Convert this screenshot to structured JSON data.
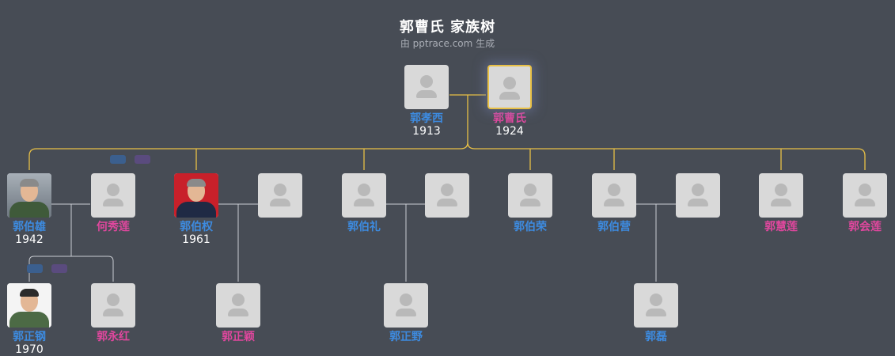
{
  "header": {
    "title": "郭曹氏 家族树",
    "subtitle": "由 pptrace.com 生成"
  },
  "colors": {
    "background": "#474c55",
    "male": "#3d8be0",
    "female": "#e0479e",
    "focus_border": "#e8c046",
    "line_main": "#e8c046",
    "line_other": "#c9ccd2",
    "toggle_blue": "#3b5f8e",
    "toggle_purple": "#5a4b7e"
  },
  "people": [
    {
      "id": "guo-xiaoxi",
      "name": "郭孝西",
      "year": "1913",
      "gender": "male",
      "photo": "silhouette-icon"
    },
    {
      "id": "guo-caoshi",
      "name": "郭曹氏",
      "year": "1924",
      "gender": "female",
      "photo": "silhouette-icon",
      "focus": true
    },
    {
      "id": "guo-boxiong",
      "name": "郭伯雄",
      "year": "1942",
      "gender": "male",
      "photo": "portrait-military"
    },
    {
      "id": "he-xiulian",
      "name": "何秀莲",
      "year": "",
      "gender": "female",
      "photo": "silhouette-icon"
    },
    {
      "id": "guo-boquan",
      "name": "郭伯权",
      "year": "1961",
      "gender": "male",
      "photo": "portrait-red"
    },
    {
      "id": "spouse-boquan",
      "name": "",
      "year": "",
      "gender": "female",
      "photo": "silhouette-icon"
    },
    {
      "id": "guo-boli",
      "name": "郭伯礼",
      "year": "",
      "gender": "male",
      "photo": "silhouette-icon"
    },
    {
      "id": "spouse-boli",
      "name": "",
      "year": "",
      "gender": "female",
      "photo": "silhouette-icon"
    },
    {
      "id": "guo-borong",
      "name": "郭伯荣",
      "year": "",
      "gender": "male",
      "photo": "silhouette-icon"
    },
    {
      "id": "guo-boying",
      "name": "郭伯营",
      "year": "",
      "gender": "male",
      "photo": "silhouette-icon"
    },
    {
      "id": "spouse-boying",
      "name": "",
      "year": "",
      "gender": "female",
      "photo": "silhouette-icon"
    },
    {
      "id": "guo-huilian",
      "name": "郭慧莲",
      "year": "",
      "gender": "female",
      "photo": "silhouette-icon"
    },
    {
      "id": "guo-huilian2",
      "name": "郭会莲",
      "year": "",
      "gender": "female",
      "photo": "silhouette-icon"
    },
    {
      "id": "guo-zhenggang",
      "name": "郭正钢",
      "year": "1970",
      "gender": "male",
      "photo": "portrait-military-white"
    },
    {
      "id": "guo-yonghong",
      "name": "郭永红",
      "year": "",
      "gender": "female",
      "photo": "silhouette-icon"
    },
    {
      "id": "guo-zhengying",
      "name": "郭正颖",
      "year": "",
      "gender": "female",
      "photo": "silhouette-icon"
    },
    {
      "id": "guo-zhengye",
      "name": "郭正野",
      "year": "",
      "gender": "male",
      "photo": "silhouette-icon"
    },
    {
      "id": "guo-lei",
      "name": "郭磊",
      "year": "",
      "gender": "male",
      "photo": "silhouette-icon"
    }
  ]
}
